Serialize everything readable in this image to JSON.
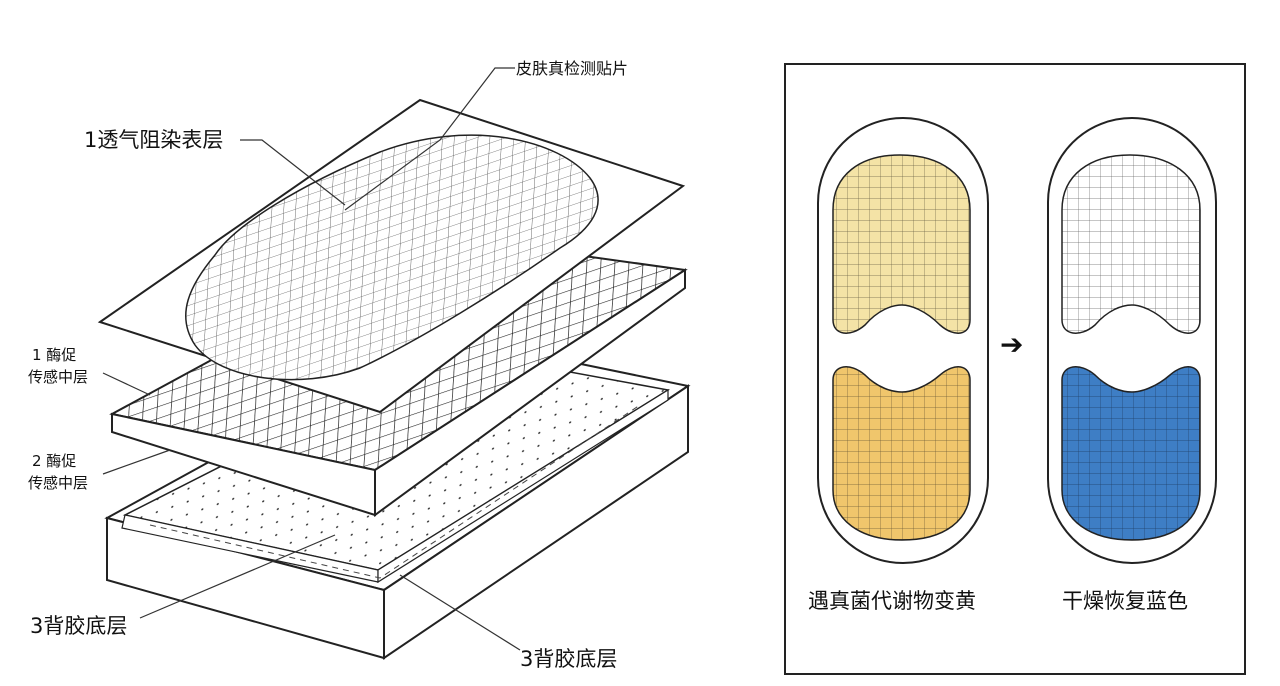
{
  "left_diagram": {
    "patch_label": "皮肤真检测贴片",
    "layer1_label": "1透气阻染表层",
    "layer2a_label_line1": "1 酶促",
    "layer2a_label_line2": "传感中层",
    "layer2b_label_line1": "2 酶促",
    "layer2b_label_line2": "传感中层",
    "layer3_label_left": "3背胶底层",
    "layer3_label_bottom": "3背胶底层"
  },
  "right_panel": {
    "before_caption": "遇真菌代谢物变黄",
    "after_caption": "干燥恢复蓝色",
    "arrow": "➔",
    "colors": {
      "yellow_light": "#f4e3a6",
      "yellow_dark": "#f0c66c",
      "blue": "#3e7ec5",
      "white_grid": "#ffffff"
    }
  }
}
